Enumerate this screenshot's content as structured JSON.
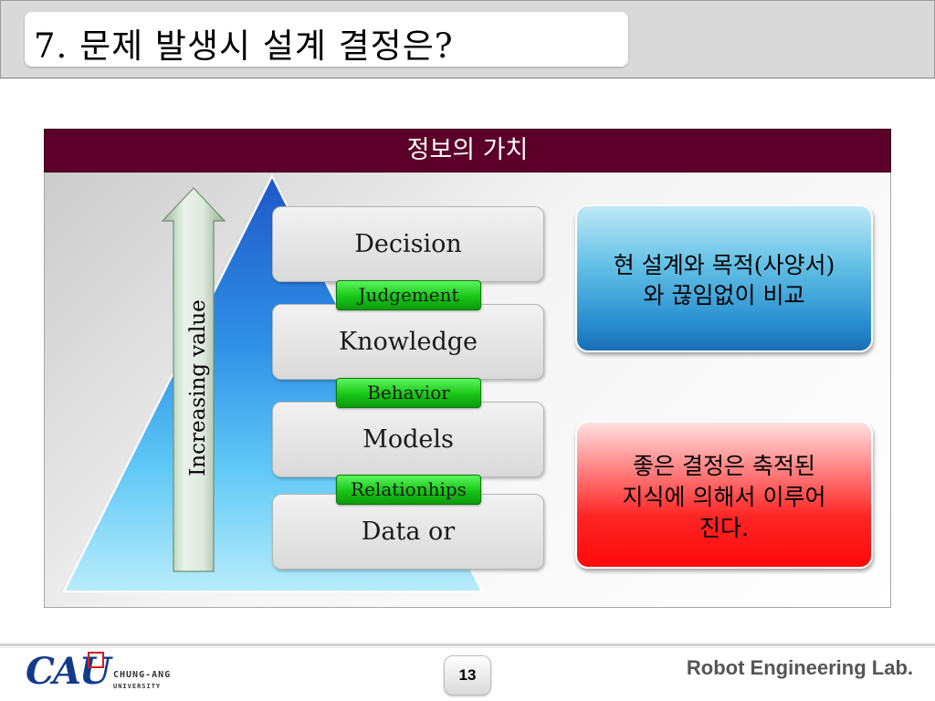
{
  "header": {
    "title": "7. 문제 발생시 설계 결정은?"
  },
  "diagram": {
    "title": "정보의 가치",
    "arrow_label": "Increasing value",
    "levels": [
      {
        "label": "Decision"
      },
      {
        "label": "Knowledge"
      },
      {
        "label": "Models"
      },
      {
        "label": "Data or"
      }
    ],
    "connectors": [
      {
        "label": "Judgement"
      },
      {
        "label": "Behavior"
      },
      {
        "label": "Relationhips"
      }
    ],
    "callouts": [
      {
        "lines": [
          "현 설계와 목적(사양서)",
          "와 끊임없이 비교"
        ],
        "color": "#2a8fd0"
      },
      {
        "lines": [
          "좋은 결정은 축적된",
          "지식에 의해서 이루어",
          "진다."
        ],
        "color": "#ff2525"
      }
    ],
    "colors": {
      "header_bar": "#5c0029",
      "connector": "#17c617",
      "pyramid": "#3aa8f0"
    }
  },
  "footer": {
    "logo_text": "CAU",
    "logo_univ_line1": "CHUNG-ANG",
    "logo_univ_line2": "UNIVERSITY",
    "page_number": "13",
    "lab_name": "Robot Engineering Lab."
  }
}
